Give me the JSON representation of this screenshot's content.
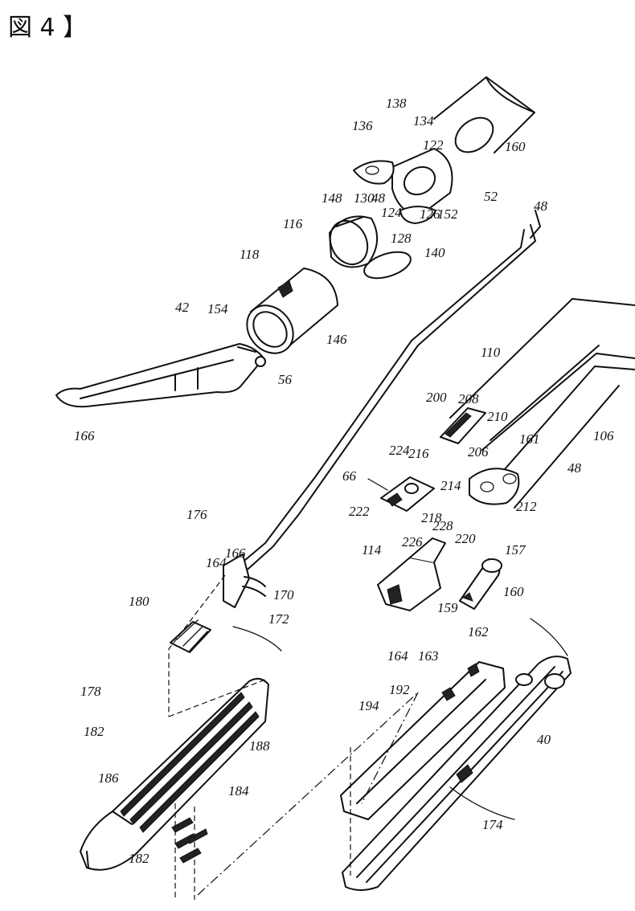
{
  "figure": {
    "title": "図 4 】"
  },
  "labels": [
    {
      "text": "136"
    },
    {
      "text": "138"
    },
    {
      "text": "134"
    },
    {
      "text": "122"
    },
    {
      "text": "160"
    },
    {
      "text": "52"
    },
    {
      "text": "148"
    },
    {
      "text": "130"
    },
    {
      "text": "48"
    },
    {
      "text": "124"
    },
    {
      "text": "126"
    },
    {
      "text": "152"
    },
    {
      "text": "116"
    },
    {
      "text": "128"
    },
    {
      "text": "140"
    },
    {
      "text": "118"
    },
    {
      "text": "48"
    },
    {
      "text": "42"
    },
    {
      "text": "154"
    },
    {
      "text": "146"
    },
    {
      "text": "56"
    },
    {
      "text": "110"
    },
    {
      "text": "166"
    },
    {
      "text": "200"
    },
    {
      "text": "208"
    },
    {
      "text": "210"
    },
    {
      "text": "106"
    },
    {
      "text": "224"
    },
    {
      "text": "216"
    },
    {
      "text": "206"
    },
    {
      "text": "161"
    },
    {
      "text": "66"
    },
    {
      "text": "214"
    },
    {
      "text": "48"
    },
    {
      "text": "222"
    },
    {
      "text": "218"
    },
    {
      "text": "212"
    },
    {
      "text": "176"
    },
    {
      "text": "226"
    },
    {
      "text": "228"
    },
    {
      "text": "220"
    },
    {
      "text": "114"
    },
    {
      "text": "157"
    },
    {
      "text": "164"
    },
    {
      "text": "166"
    },
    {
      "text": "170"
    },
    {
      "text": "159"
    },
    {
      "text": "160"
    },
    {
      "text": "180"
    },
    {
      "text": "172"
    },
    {
      "text": "162"
    },
    {
      "text": "164"
    },
    {
      "text": "163"
    },
    {
      "text": "194"
    },
    {
      "text": "192"
    },
    {
      "text": "178"
    },
    {
      "text": "182"
    },
    {
      "text": "188"
    },
    {
      "text": "40"
    },
    {
      "text": "186"
    },
    {
      "text": "184"
    },
    {
      "text": "174"
    },
    {
      "text": "182"
    }
  ]
}
